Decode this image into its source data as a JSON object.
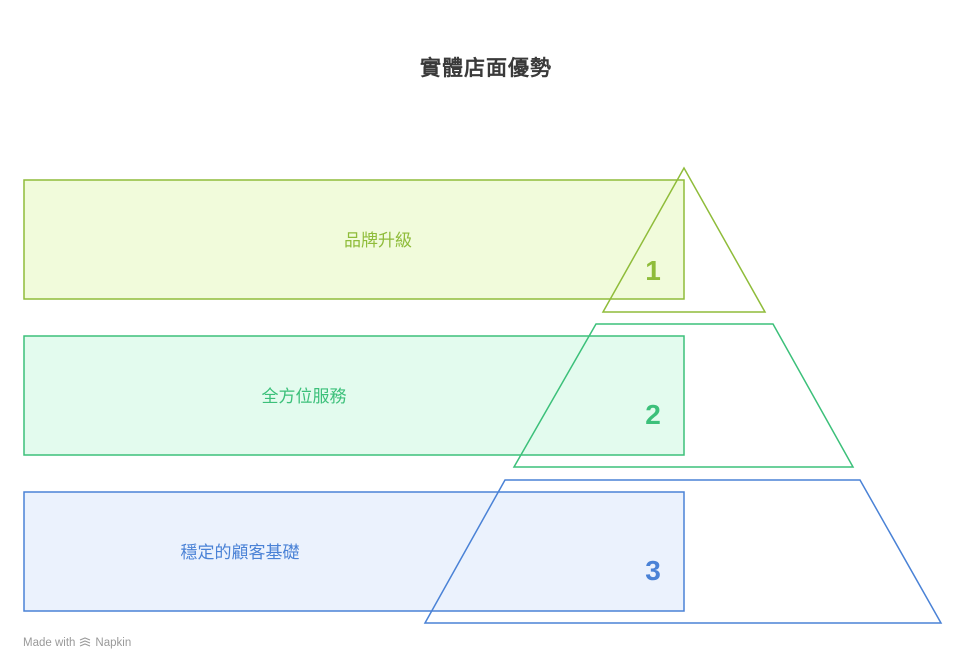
{
  "title": "實體店面優勢",
  "levels": [
    {
      "number": "1",
      "label": "品牌升級",
      "stroke": "#8fbc3a",
      "fill": "#f1fbdb",
      "text_color": "#8fbc3a"
    },
    {
      "number": "2",
      "label": "全方位服務",
      "stroke": "#3cc07a",
      "fill": "#e3fbee",
      "text_color": "#3cc07a"
    },
    {
      "number": "3",
      "label": "穩定的顧客基礎",
      "stroke": "#4a82d6",
      "fill": "#ebf2fd",
      "text_color": "#4a82d6"
    }
  ],
  "footer": {
    "made_with": "Made with",
    "brand": "Napkin"
  }
}
